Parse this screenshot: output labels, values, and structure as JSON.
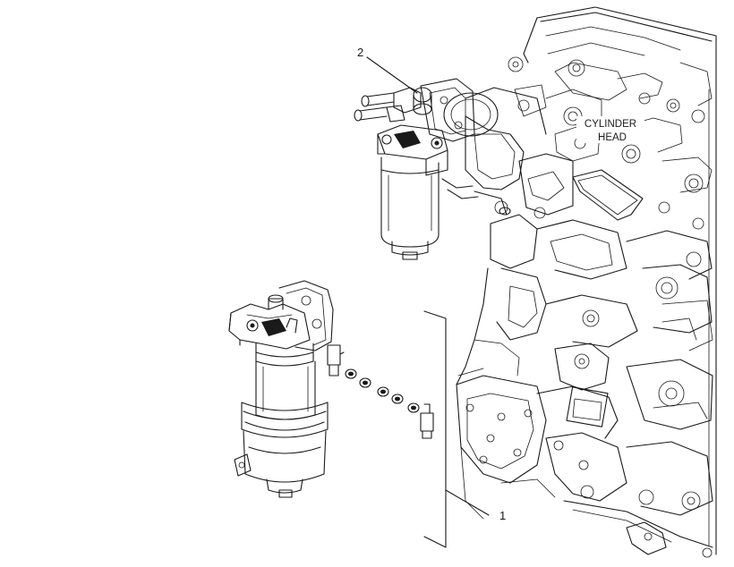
{
  "diagram": {
    "callouts": [
      {
        "id": "1",
        "label": "1"
      },
      {
        "id": "2",
        "label": "2"
      }
    ],
    "annotation": {
      "line1": "CYLINDER",
      "line2": "HEAD"
    },
    "colors": {
      "line": "#1a1a1a",
      "background": "#ffffff"
    }
  }
}
